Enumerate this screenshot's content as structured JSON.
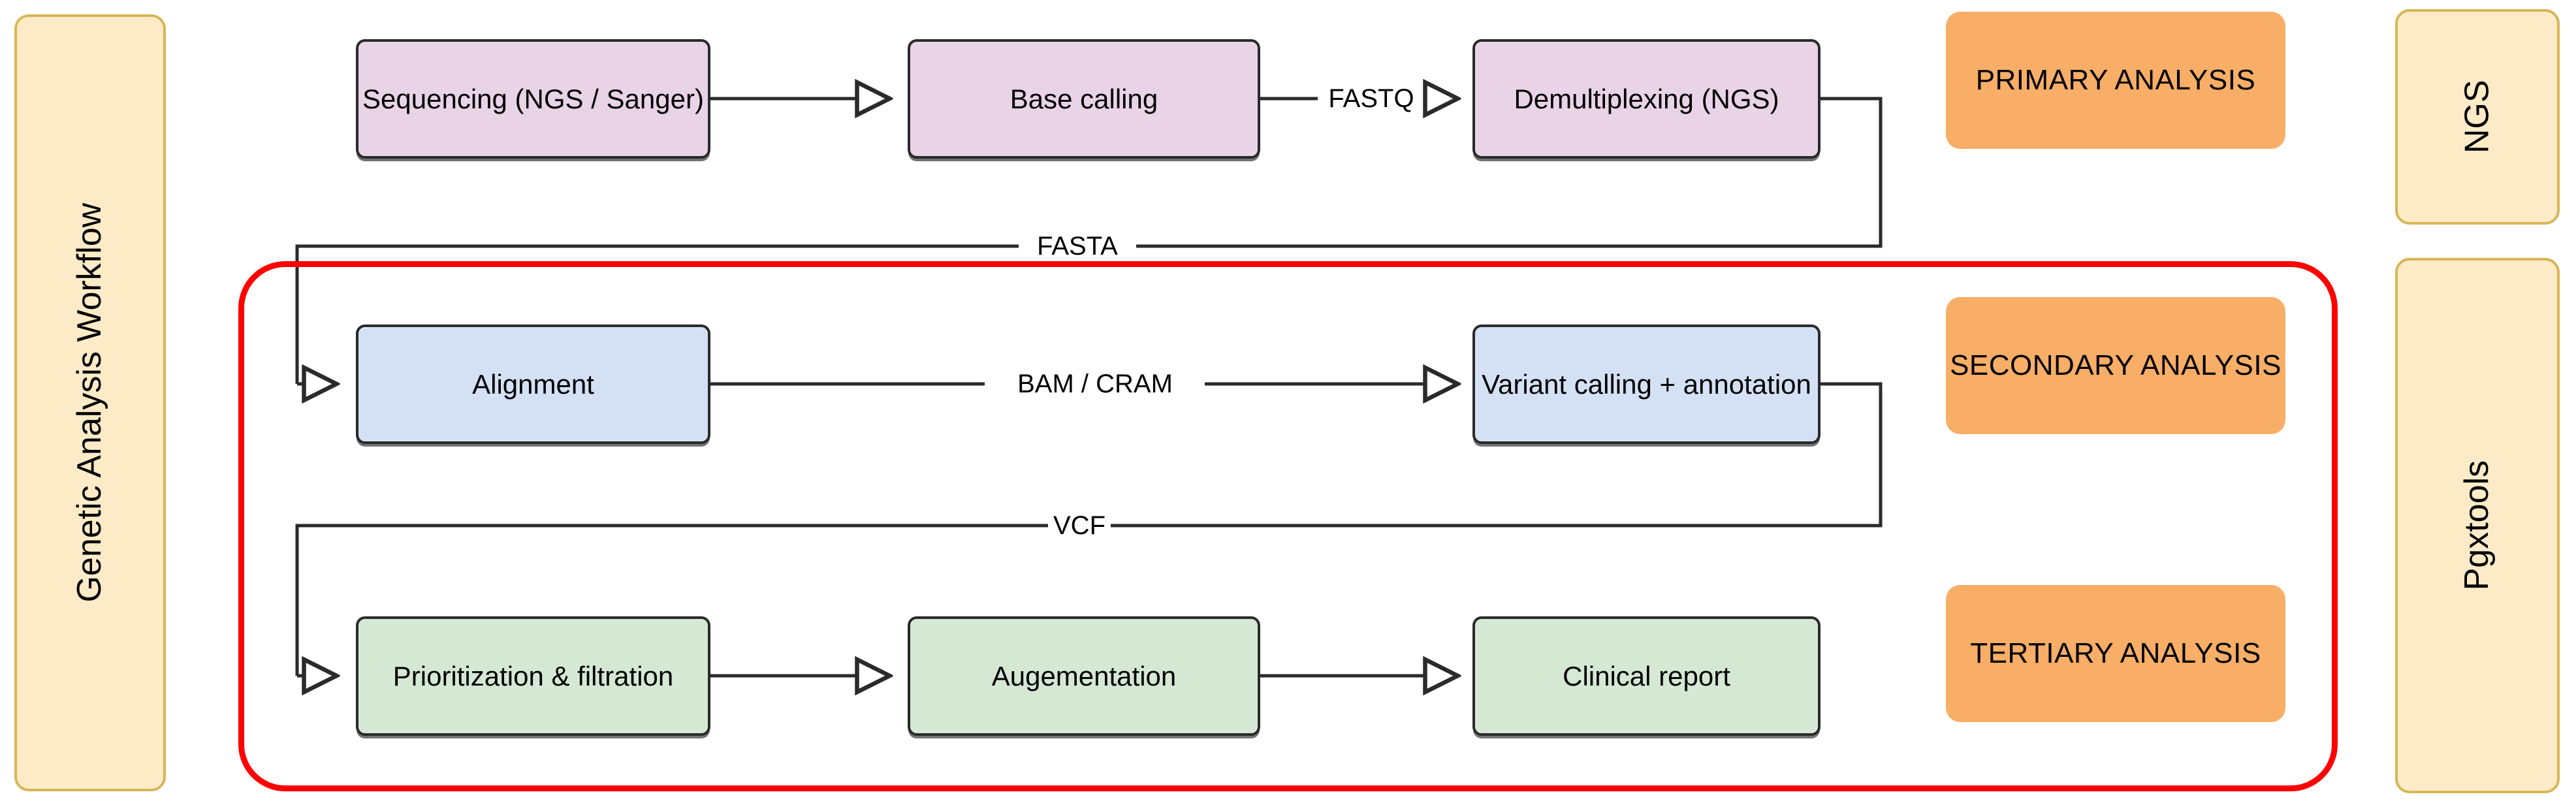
{
  "diagram": {
    "title": "Genetic Analysis Workflow",
    "left_lane": {
      "label": "Genetic Analysis Workflow"
    },
    "right_lanes": [
      {
        "label": "NGS"
      },
      {
        "label": "Pgxtools"
      }
    ],
    "highlight": {
      "name": "pgxtools-scope-outline",
      "color": "#ff0000"
    },
    "colors": {
      "primary_node_fill": "#e9d3e7",
      "secondary_node_fill": "#d4e1f5",
      "tertiary_node_fill": "#d5e8d4",
      "phase_fill": "#f8ae67",
      "lane_fill": "#fdebc8",
      "lane_border": "#d6b656",
      "node_border": "#2a2a2a",
      "highlight": "#ff0000",
      "edge": "#2a2a2a"
    },
    "rows": [
      {
        "phase": "PRIMARY ANALYSIS",
        "nodes": [
          {
            "id": "sequencing",
            "label": "Sequencing (NGS / Sanger)"
          },
          {
            "id": "base-calling",
            "label": "Base calling"
          },
          {
            "id": "demultiplexing",
            "label": "Demultiplexing (NGS)"
          }
        ]
      },
      {
        "phase": "SECONDARY ANALYSIS",
        "nodes": [
          {
            "id": "alignment",
            "label": "Alignment"
          },
          {
            "id": "variant-calling",
            "label": "Variant calling + annotation"
          }
        ]
      },
      {
        "phase": "TERTIARY ANALYSIS",
        "nodes": [
          {
            "id": "prioritization",
            "label": "Prioritization & filtration"
          },
          {
            "id": "augementation",
            "label": "Augementation"
          },
          {
            "id": "clinical-report",
            "label": "Clinical report"
          }
        ]
      }
    ],
    "edge_labels": {
      "fastq": "FASTQ",
      "fasta": "FASTA",
      "bam_cram": "BAM / CRAM",
      "vcf": "VCF"
    },
    "phases": {
      "primary": "PRIMARY ANALYSIS",
      "secondary": "SECONDARY ANALYSIS",
      "tertiary": "TERTIARY ANALYSIS"
    }
  }
}
